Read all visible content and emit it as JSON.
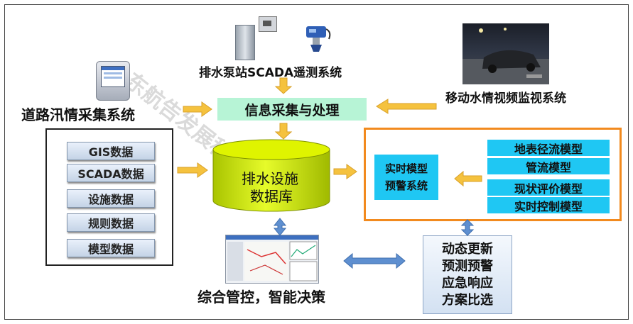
{
  "top": {
    "scada_label": "排水泵站SCADA遥测系统",
    "video_label": "移动水情视频监视系统",
    "road_label": "道路汛情采集系统",
    "info_box": "信息采集与处理"
  },
  "left_data": {
    "items": [
      "GIS数据",
      "SCADA数据",
      "设施数据",
      "规则数据",
      "模型数据"
    ]
  },
  "database": {
    "line1": "排水设施",
    "line2": "数据库"
  },
  "warning": {
    "system_line1": "实时模型",
    "system_line2": "预警系统",
    "models": [
      "地表径流模型",
      "管流模型",
      "现状评价模型",
      "实时控制模型"
    ]
  },
  "bottom": {
    "control_label": "综合管控，智能决策",
    "update_lines": [
      "动态更新",
      "预测预警",
      "应急响应",
      "方案比选"
    ]
  },
  "colors": {
    "arrow": "#f5c23e",
    "arrow_dark": "#e1a11d",
    "info_bg": "#b7f4d6",
    "db_green": "#d8f200",
    "model_blue": "#1fc7f3",
    "orange_border": "#f28a1e",
    "blue_arrow": "#5e8fd0"
  },
  "watermark": "东航告发展科技"
}
